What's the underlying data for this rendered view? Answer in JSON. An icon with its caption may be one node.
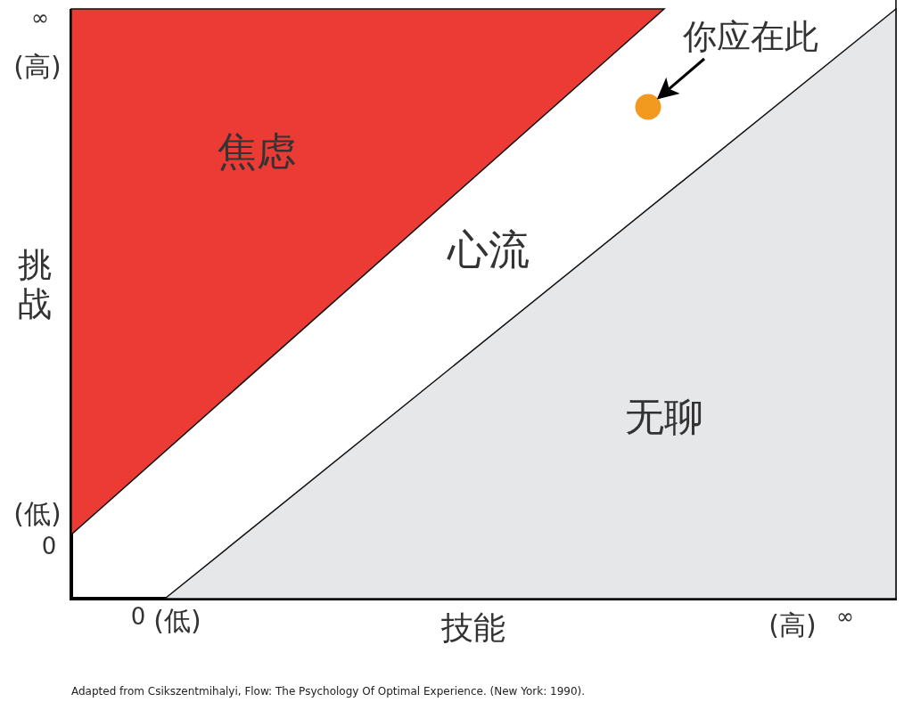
{
  "diagram": {
    "caption": "Adapted from Csikszentmihalyi, Flow: The Psychology Of Optimal Experience. (New York: 1990).",
    "nodes": [
      {
        "text": [
          "焦虑"
        ]
      },
      {
        "text": [
          "无聊"
        ]
      },
      {
        "text": [],
        "shape": "circle"
      },
      {
        "text": [
          "你应在此"
        ]
      }
    ],
    "edges": [
      {
        "from": 3,
        "to": 2,
        "arrow": "to"
      }
    ],
    "labels": [
      "∞",
      "(高)",
      "挑战",
      "(低)",
      "0",
      "心流",
      "0",
      "(低)",
      "技能",
      "(高)",
      "∞"
    ]
  }
}
